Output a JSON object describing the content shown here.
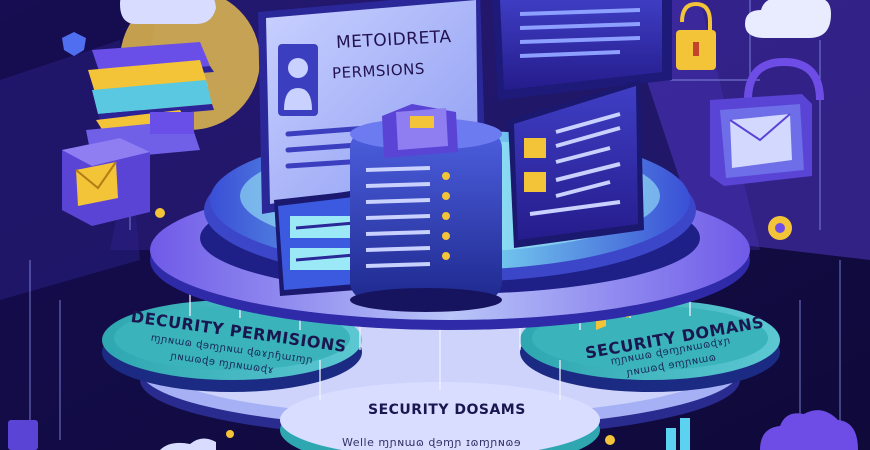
{
  "card": {
    "title": "METOIDRETA",
    "subtitle": "PERMSIONS"
  },
  "labels": {
    "left_platform": "DECURITY PERMISIONS",
    "left_scribble_1": "ɱɲɴɯɷ ɖɘɱɲɴɯ ɖɷɤɲɧɯɪɱɲ",
    "left_scribble_2": "ɲɴɯɷɖɘ ɱɲɴɯɷɖɤ",
    "right_platform": "SECURITY DOMANS",
    "right_scribble_1": "ɱɲɴɯɷ ɖɘɱɲɴɯɷɖɤɲ",
    "right_scribble_2": "ɲɴɯɷɖ ɘɱɲɴɯɷ",
    "center_platform": "SECURITY DOSAMS",
    "bottom_text": "Welle ɱɲɴɯɷ ɖɘɱɲ ɪɷɱɲɴɷɘ"
  },
  "colors": {
    "background": "#120b45",
    "purple": "#6d4de6",
    "teal": "#2ea7b0",
    "cyan": "#5ad2f0",
    "gold": "#f3c338",
    "navy": "#1b1557"
  },
  "icons": [
    "cloud-icon",
    "lock-icon",
    "envelope-icon",
    "user-icon",
    "server-icon",
    "folder-icon",
    "gear-icon",
    "document-icon"
  ]
}
